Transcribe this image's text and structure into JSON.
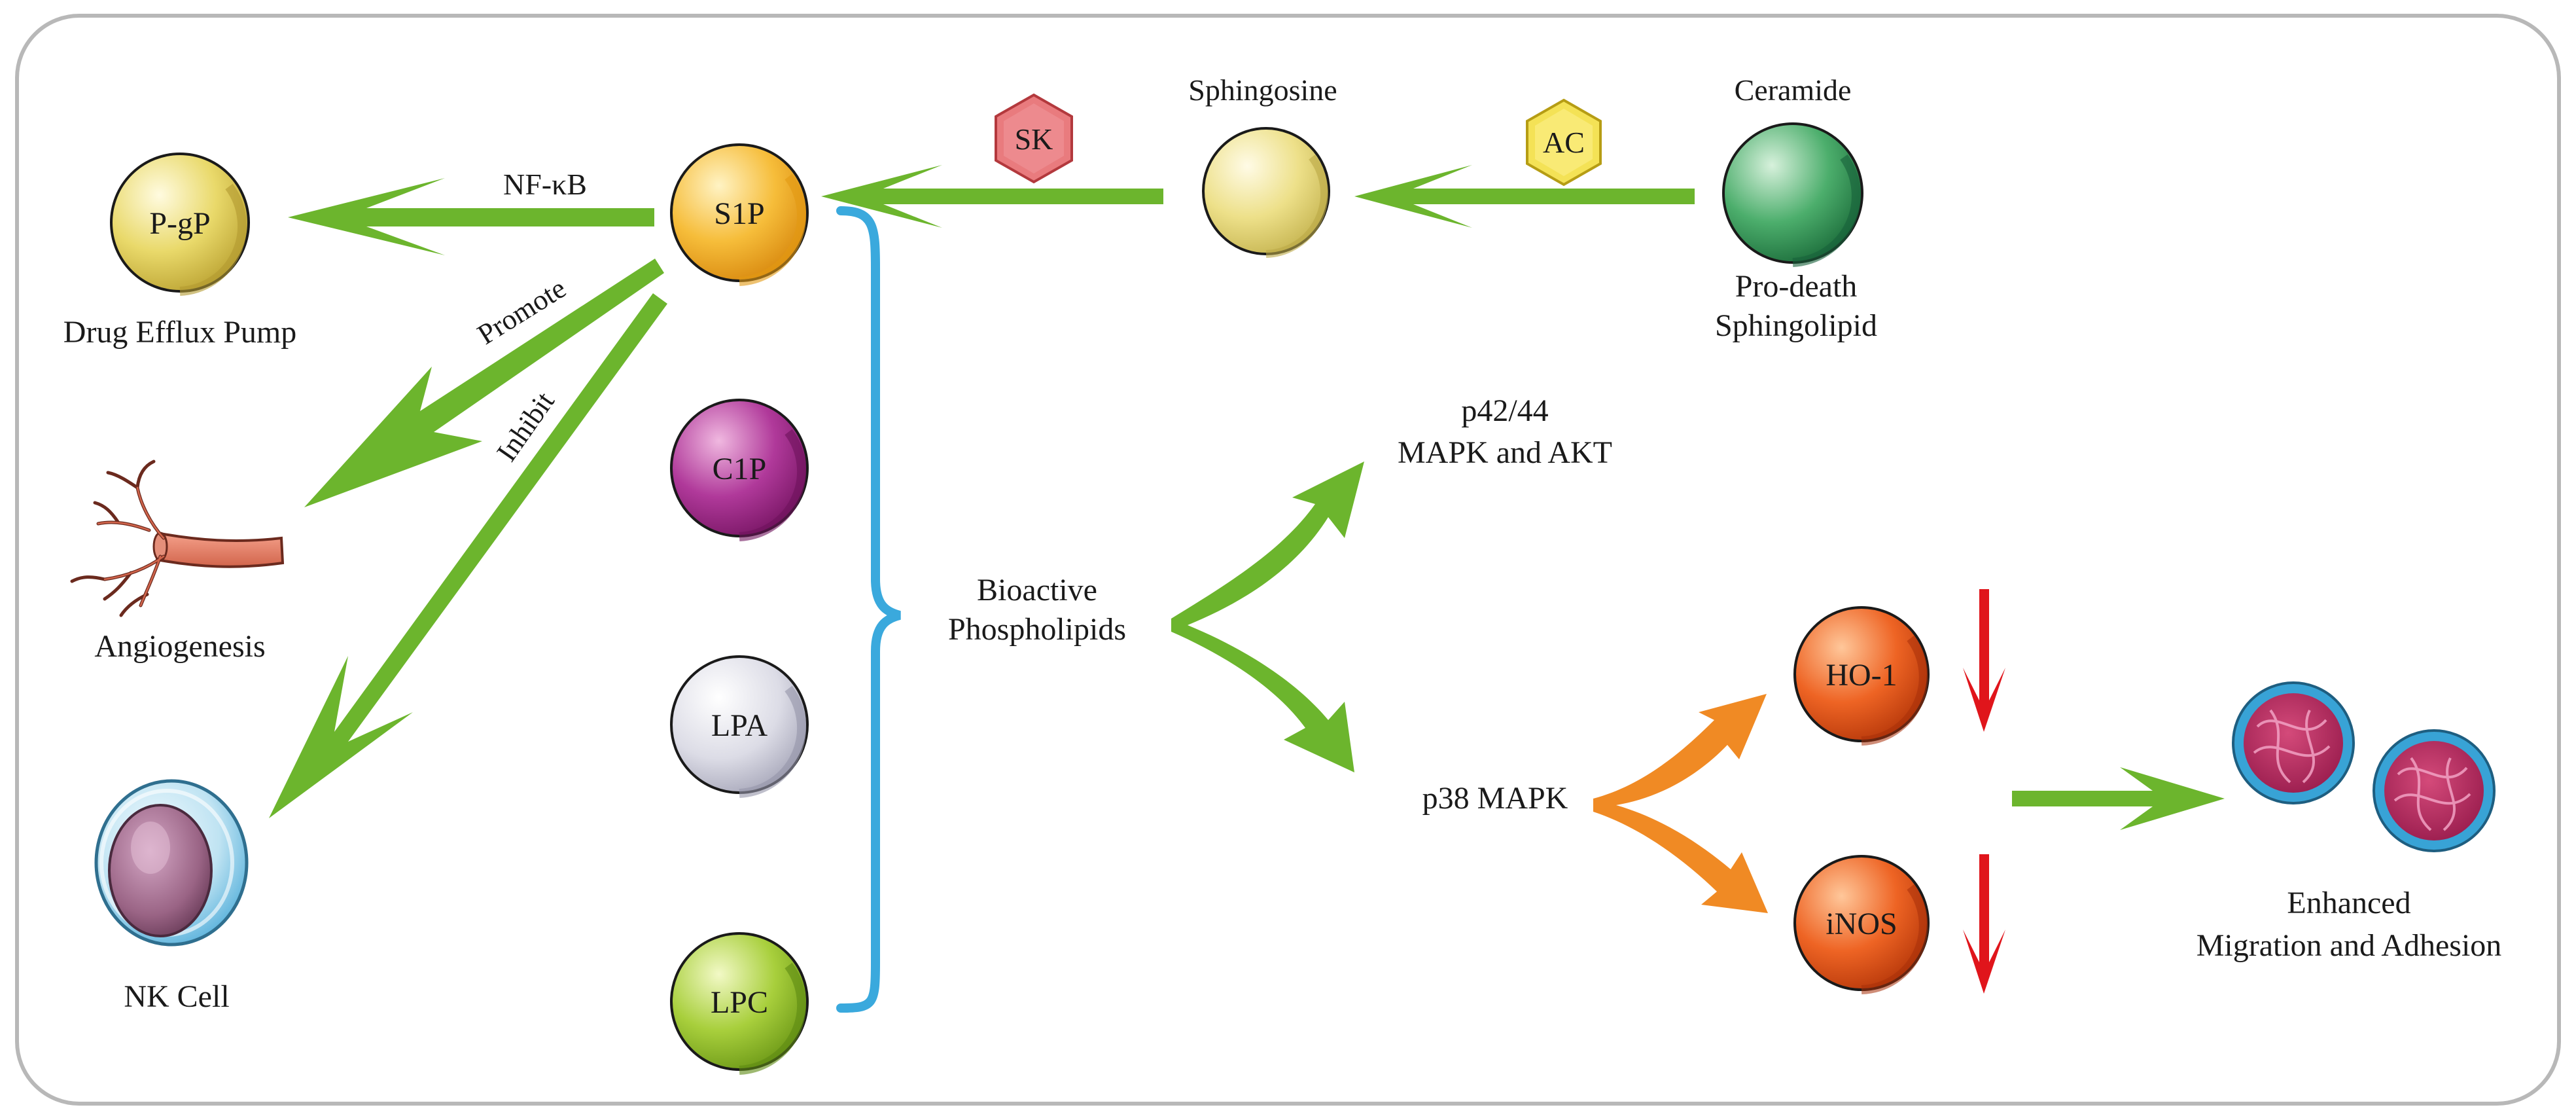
{
  "nodes": {
    "s1p": "S1P",
    "c1p": "C1P",
    "lpa": "LPA",
    "lpc": "LPC",
    "pgp": "P-gP",
    "ho1": "HO-1",
    "inos": "iNOS"
  },
  "enzymes": {
    "sk": "SK",
    "ac": "AC"
  },
  "labels": {
    "sphingosine": "Sphingosine",
    "ceramide": "Ceramide",
    "pro_death_line1": "Pro-death",
    "pro_death_line2": "Sphingolipid",
    "drug_efflux": "Drug Efflux Pump",
    "angiogenesis": "Angiogenesis",
    "nk_cell": "NK Cell",
    "bioactive_line1": "Bioactive",
    "bioactive_line2": "Phospholipids",
    "mapk_line1": "p42/44",
    "mapk_line2": "MAPK and AKT",
    "p38": "p38 MAPK",
    "enhanced_line1": "Enhanced",
    "enhanced_line2": "Migration and Adhesion"
  },
  "arrow_labels": {
    "nfkb": "NF-κB",
    "promote": "Promote",
    "inhibit": "Inhibit"
  },
  "colors": {
    "green_arrow": "#6cb52d",
    "orange_arrow": "#f08a24",
    "red_arrow": "#e0151b",
    "brace": "#3aa9dd",
    "s1p": "#f4ae2a",
    "c1p": "#a42e8c",
    "lpa": "#c9c9d6",
    "lpc": "#9cc633",
    "pgp": "#e2cf5c",
    "sphingosine": "#e6d877",
    "ceramide": "#2f9a58",
    "ho1": "#ea5a1c",
    "inos": "#ea5a1c",
    "sk_badge": "#e97b7e",
    "ac_badge": "#f4e256"
  }
}
